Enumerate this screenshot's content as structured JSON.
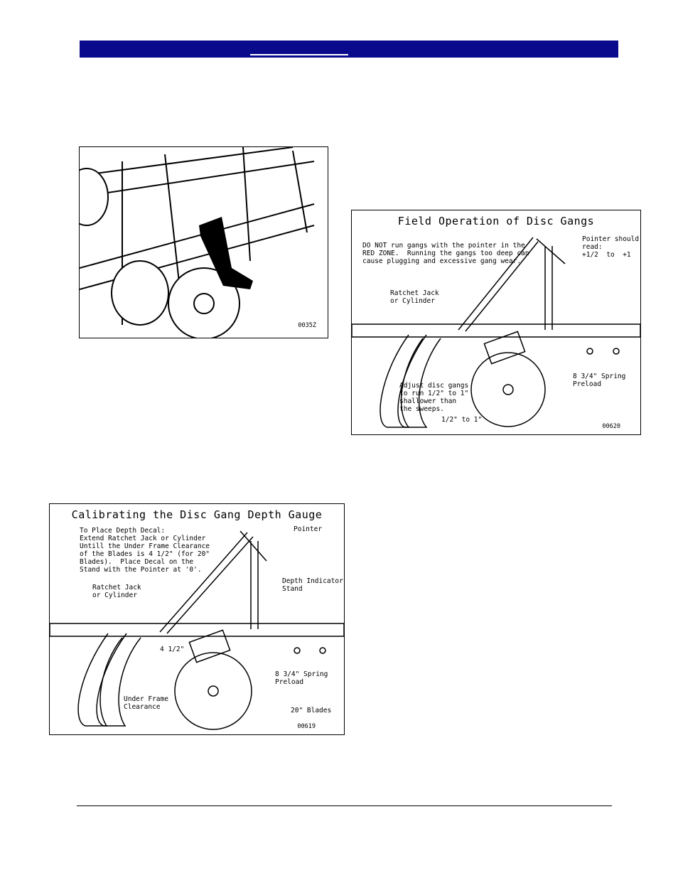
{
  "figures": {
    "photo": {
      "code": "0035Z"
    },
    "field_operation": {
      "title": "Field Operation of Disc Gangs",
      "warning": "DO NOT run gangs with the pointer in the\nRED ZONE.  Running the gangs too deep can\ncause plugging and excessive gang wear.",
      "pointer_note": "Pointer should\nread:\n+1/2  to  +1",
      "ratchet": "Ratchet Jack\nor Cylinder",
      "spring": "8 3/4\" Spring\nPreload",
      "adjust": "Adjust disc gangs\nto run 1/2\" to 1\"\nshallower than\nthe sweeps.",
      "offset": "1/2\" to 1\"",
      "code": "00620"
    },
    "calibrating": {
      "title": "Calibrating the Disc Gang Depth Gauge",
      "instructions": "To Place Depth Decal:\nExtend Ratchet Jack or Cylinder\nUntill the Under Frame Clearance\nof the Blades is 4 1/2\" (for 20\"\nBlades).  Place Decal on the\nStand with the Pointer at '0'.",
      "pointer": "Pointer",
      "stand": "Depth Indicator\nStand",
      "ratchet": "Ratchet Jack\nor Cylinder",
      "clearance_value": "4 1/2\"",
      "spring": "8 3/4\" Spring\nPreload",
      "under_frame": "Under Frame\nClearance",
      "blades": "20\" Blades",
      "code": "00619"
    }
  }
}
